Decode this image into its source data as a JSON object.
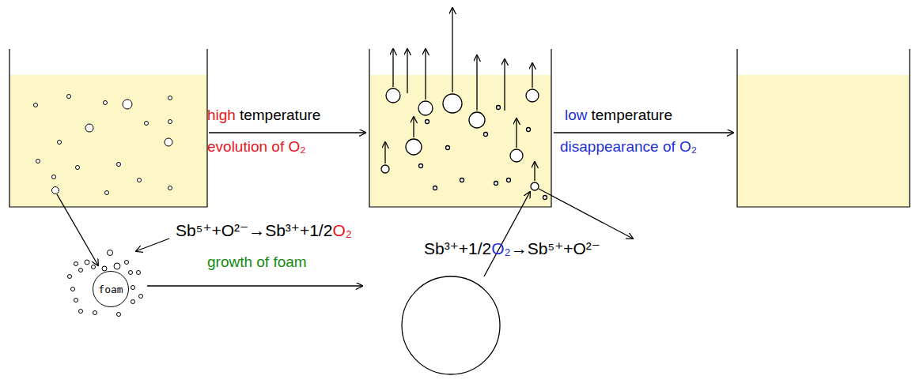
{
  "diagram": {
    "nodes": [
      {
        "text": [
          "foam"
        ]
      }
    ],
    "labels": [
      "high",
      "temperature",
      "evolution of O₂",
      "low",
      "temperature",
      "disappearance of O₂",
      "Sb⁵⁺+O²⁻→Sb³⁺+1/2",
      "O₂",
      "Sb³⁺+1/2",
      "O₂",
      "→Sb⁵⁺+O²⁻",
      "growth of foam"
    ]
  }
}
